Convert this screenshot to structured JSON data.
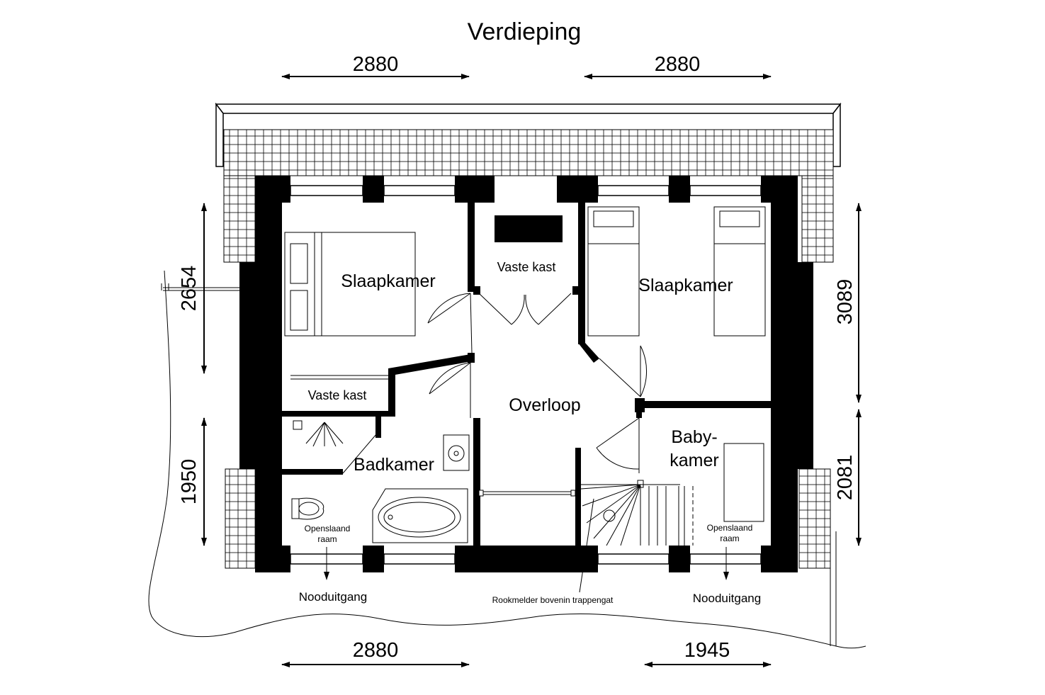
{
  "title": "Verdieping",
  "dimensions": {
    "top_left": "2880",
    "top_right": "2880",
    "bottom_left": "2880",
    "bottom_right": "1945",
    "left_upper": "2654",
    "left_lower": "1950",
    "right_upper": "3089",
    "right_lower": "2081"
  },
  "rooms": {
    "slaapkamer_left": "Slaapkamer",
    "slaapkamer_right": "Slaapkamer",
    "vaste_kast_top": "Vaste kast",
    "vaste_kast_left": "Vaste kast",
    "overloop": "Overloop",
    "badkamer": "Badkamer",
    "babykamer_line1": "Baby-",
    "babykamer_line2": "kamer"
  },
  "annotations": {
    "openslaand_left_1": "Openslaand",
    "openslaand_left_2": "raam",
    "openslaand_right_1": "Openslaand",
    "openslaand_right_2": "raam",
    "nooduitgang_left": "Nooduitgang",
    "nooduitgang_right": "Nooduitgang",
    "rookmelder": "Rookmelder bovenin trappengat"
  }
}
